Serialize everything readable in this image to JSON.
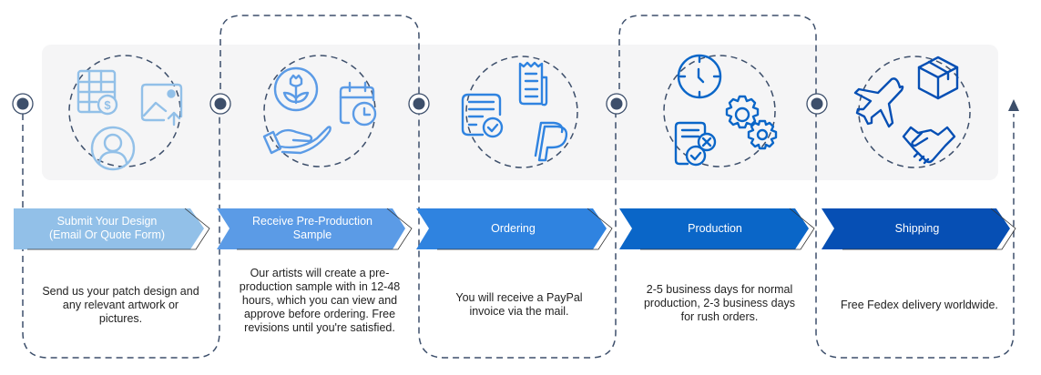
{
  "steps": [
    {
      "title": "Submit Your Design (Email Or Quote Form)",
      "title_lines": [
        "Submit Your Design",
        "(Email Or Quote Form)"
      ],
      "description": "Send us your patch design and any relevant artwork or pictures.",
      "color": "#92c0e8",
      "icons": [
        "spreadsheet-dollar-icon",
        "image-upload-icon",
        "user-avatar-icon"
      ]
    },
    {
      "title": "Receive Pre-Production Sample",
      "title_lines": [
        "Receive Pre-Production",
        "Sample"
      ],
      "description": "Our artists will create a pre-production sample with in 12-48 hours, which you can view and approve before ordering. Free revisions until you're satisfied.",
      "color": "#5b9be6",
      "icons": [
        "flower-badge-icon",
        "calendar-clock-icon",
        "open-hand-icon"
      ]
    },
    {
      "title": "Ordering",
      "title_lines": [
        "Ordering"
      ],
      "description": "You will receive a PayPal invoice via the mail.",
      "color": "#2f83e0",
      "icons": [
        "document-check-icon",
        "receipt-icon",
        "paypal-icon"
      ]
    },
    {
      "title": "Production",
      "title_lines": [
        "Production"
      ],
      "description": "2-5 business days for normal production, 2-3 business days for rush orders.",
      "color": "#0a66c8",
      "icons": [
        "clock-icon",
        "gears-icon",
        "document-approve-reject-icon"
      ]
    },
    {
      "title": "Shipping",
      "title_lines": [
        "Shipping"
      ],
      "description": "Free Fedex delivery worldwide.",
      "color": "#064fb4",
      "icons": [
        "airplane-icon",
        "package-box-icon",
        "handshake-icon"
      ]
    }
  ],
  "colors": {
    "dash_line": "#3d4f6b",
    "panel_bg": "#f5f5f6"
  }
}
